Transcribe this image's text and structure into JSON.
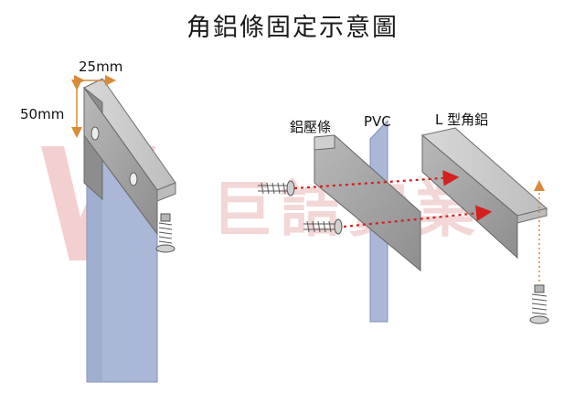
{
  "title": "角鋁條固定示意圖",
  "labels": {
    "width_dim": "25mm",
    "height_dim": "50mm",
    "aluminium_strip": "鋁壓條",
    "pvc": "PVC",
    "l_angle": "L 型角鋁"
  },
  "watermark": {
    "text": "巨詰實業"
  },
  "colors": {
    "aluminium": "#9a9a9a",
    "pvc_strip": "#aab7d6",
    "arrow_red": "#d42020",
    "arrow_orange": "#d98a3a",
    "watermark": "#f1c7c7"
  }
}
